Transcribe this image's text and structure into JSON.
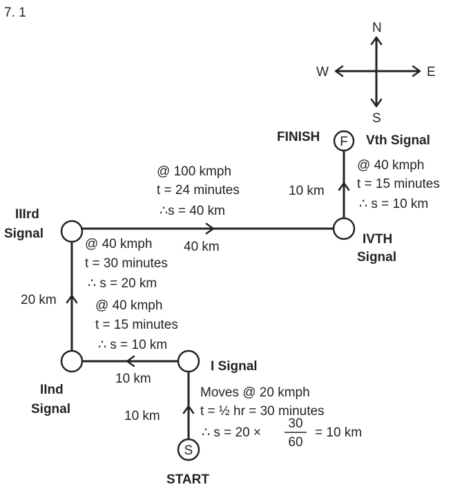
{
  "figure_number": "7. 1",
  "compass": {
    "north": "N",
    "south": "S",
    "east": "E",
    "west": "W"
  },
  "nodes": {
    "start": {
      "letter": "S",
      "label": "START"
    },
    "signal1": {
      "label": "I  Signal"
    },
    "signal2": {
      "label_line1": "IInd",
      "label_line2": "Signal"
    },
    "signal3": {
      "label_line1": "IIIrd",
      "label_line2": "Signal"
    },
    "signal4": {
      "label_line1": "IVTH",
      "label_line2": "Signal"
    },
    "signal5": {
      "label": "Vth Signal",
      "finish_label": "FINISH",
      "letter": "F"
    }
  },
  "segments": {
    "start_to_s1": {
      "distance": "10 km",
      "line1": "Moves @ 20 kmph",
      "line2": "t = ½ hr = 30 minutes",
      "line3_prefix": "∴ s = 20 ×",
      "frac_num": "30",
      "frac_den": "60",
      "line3_suffix": "= 10 km"
    },
    "s1_to_s2": {
      "distance": "10 km",
      "speed": "@ 40 kmph",
      "time": "t = 15 minutes",
      "result": "∴ s = 10 km"
    },
    "s2_to_s3": {
      "distance": "20 km",
      "speed": "@ 40 kmph",
      "time": "t = 30 minutes",
      "result": "∴ s = 20 km"
    },
    "s3_to_s4": {
      "distance": "40 km",
      "speed": "@ 100 kmph",
      "time": "t = 24 minutes",
      "result": "∴s = 40 km"
    },
    "s4_to_s5": {
      "distance": "10 km",
      "speed": "@ 40 kmph",
      "time": "t = 15 minutes",
      "result": "∴ s = 10 km"
    }
  }
}
